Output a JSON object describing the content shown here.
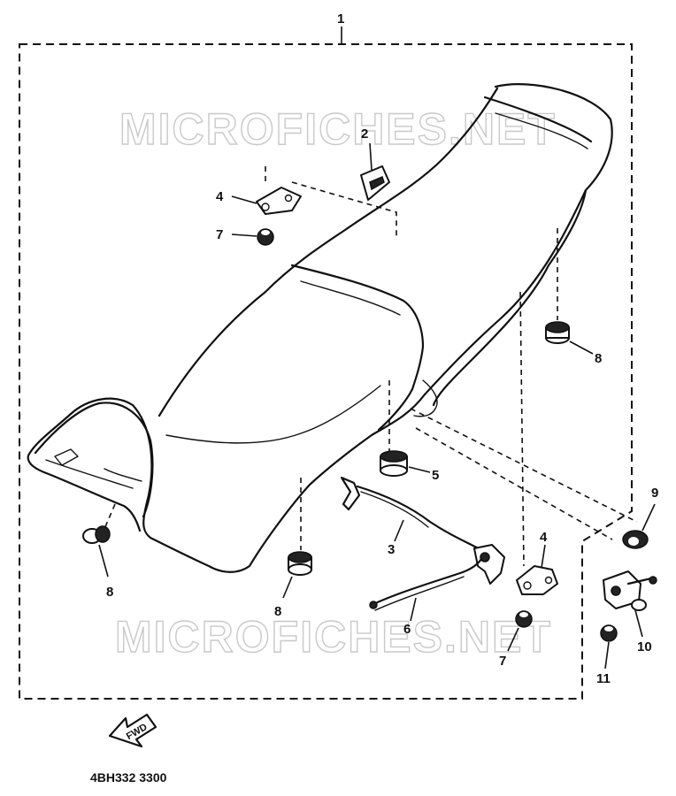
{
  "watermarks": [
    "MICROFICHES.NET",
    "MICROFICHES.NET"
  ],
  "callouts": {
    "assembly": "1",
    "c2": "2",
    "c3": "3",
    "c4_upper": "4",
    "c4_lower": "4",
    "c5": "5",
    "c6": "6",
    "c7_upper": "7",
    "c7_lower": "7",
    "c8_right": "8",
    "c8_left": "8",
    "c8_bottom": "8",
    "c9": "9",
    "c10": "10",
    "c11": "11"
  },
  "fwd_label": "FWD",
  "part_code": "4BH332 3300"
}
